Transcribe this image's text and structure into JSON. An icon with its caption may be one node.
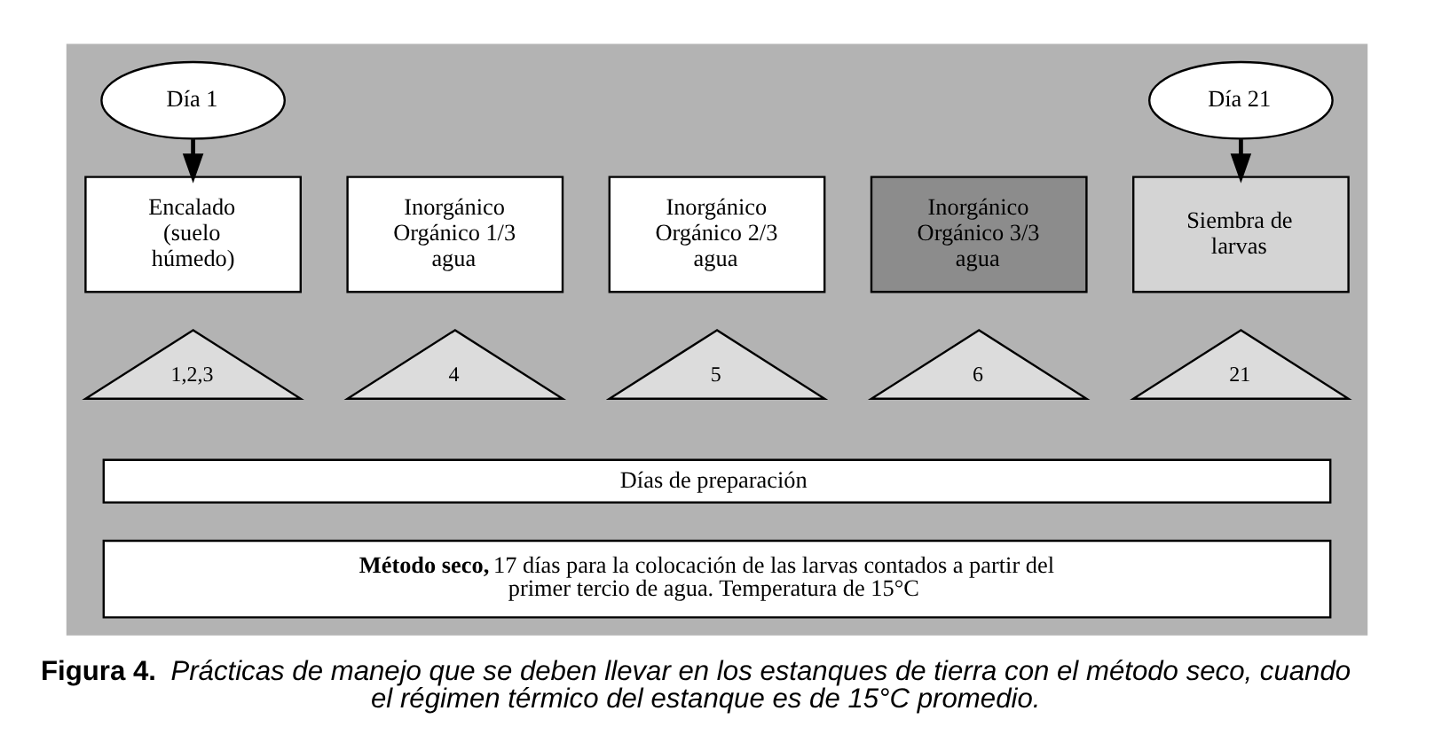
{
  "diagram": {
    "caption": "**Figura 4.** *Prácticas de manejo que se deben llevar en los estanques de tierra con el método seco, cuando el régimen térmico del estanque es de 15°C promedio.*",
    "nodes": [
      {
        "text": [],
        "shape": "box"
      },
      {
        "text": [
          "Día 1"
        ],
        "in": 0
      },
      {
        "text": [
          "Día 21"
        ],
        "in": 0
      },
      {
        "text": [
          "Encalado (suelo húmedo)"
        ],
        "in": 0
      },
      {
        "text": [
          "Inorgánico Orgánico 1/3 agua"
        ],
        "in": 0
      },
      {
        "text": [
          "Inorgánico Orgánico 2/3 agua"
        ],
        "in": 0
      },
      {
        "text": [
          "Inorgánico Orgánico 3/3 agua"
        ],
        "in": 0
      },
      {
        "text": [
          "Siembra de larvas"
        ],
        "in": 0
      },
      {
        "text": [
          "1,2,3"
        ],
        "in": 0
      },
      {
        "text": [
          "4"
        ],
        "in": 0
      },
      {
        "text": [
          "5"
        ],
        "in": 0
      },
      {
        "text": [
          "6"
        ],
        "in": 0
      },
      {
        "text": [
          "21"
        ],
        "in": 0
      },
      {
        "text": [
          "Días de preparación"
        ],
        "in": 0
      },
      {
        "text": [
          "**Método seco,** 17 días para la colocación de las larvas contados a partir del primer tercio de agua. Temperatura de 15°C"
        ],
        "in": 0
      }
    ],
    "edges": [
      {
        "from": 1,
        "to": 3,
        "arrow": "to"
      },
      {
        "from": 2,
        "to": 7,
        "arrow": "to"
      }
    ]
  }
}
